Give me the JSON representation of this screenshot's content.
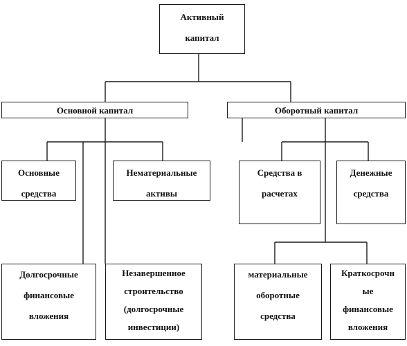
{
  "diagram": {
    "root": "Активный\nкапитал",
    "fixed_capital": "Основной капитал",
    "working_capital": "Оборотный капитал",
    "fixed_assets": "Основные\nсредства",
    "intangible_assets": "Нематериальные\nактивы",
    "receivables": "Средства в\nрасчетах",
    "cash": "Денежные\nсредства",
    "long_term_investments": "Долгосрочные\nфинансовые\nвложения",
    "construction_in_progress": "Незавершенное\nстроительство\n(долгосрочные\nинвестиции)",
    "material_current_assets": "материальные\nоборотные\nсредства",
    "short_term_investments": "Краткосрочн\nые\nфинансовые\nвложения"
  }
}
